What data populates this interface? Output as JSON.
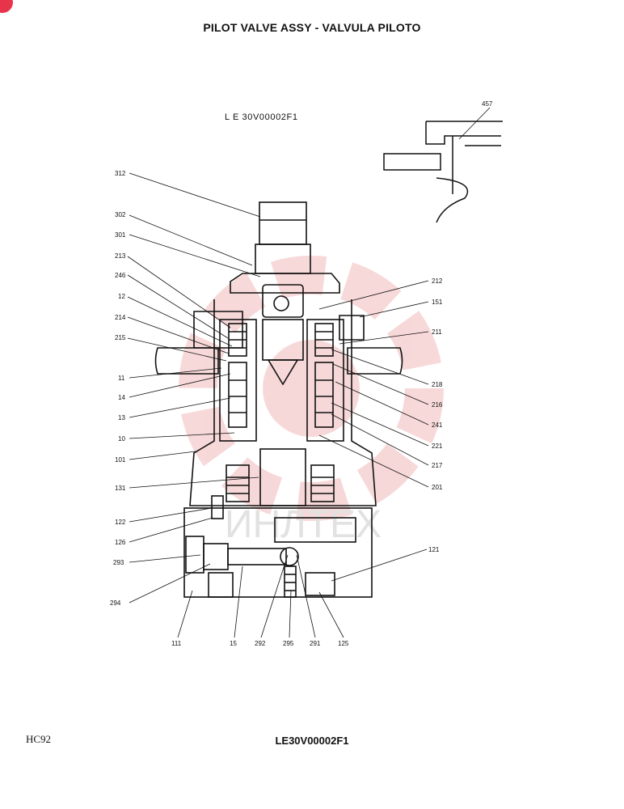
{
  "header": {
    "title": "PILOT VALVE ASSY - VALVULA PILOTO"
  },
  "drawing_code": "L E 30V00002F1",
  "footer": {
    "left": "HC92",
    "center": "LE30V00002F1"
  },
  "labels": {
    "l457": "457",
    "l312": "312",
    "l302": "302",
    "l301": "301",
    "l213": "213",
    "l246": "246",
    "l12": "12",
    "l214": "214",
    "l215": "215",
    "l11": "11",
    "l14": "14",
    "l13": "13",
    "l10": "10",
    "l101": "101",
    "l131": "131",
    "l122": "122",
    "l126": "126",
    "l293": "293",
    "l294": "294",
    "l212": "212",
    "l151": "151",
    "l211": "211",
    "l218": "218",
    "l216": "216",
    "l241": "241",
    "l221": "221",
    "l217": "217",
    "l201": "201",
    "l121": "121",
    "l111": "111",
    "l15": "15",
    "l292": "292",
    "l295": "295",
    "l291": "291",
    "l125": "125"
  },
  "colors": {
    "ink": "#111111",
    "watermark": "#f2b9b9",
    "badge": "#e8344a"
  },
  "watermark_text": "ИНЛТЕХ"
}
